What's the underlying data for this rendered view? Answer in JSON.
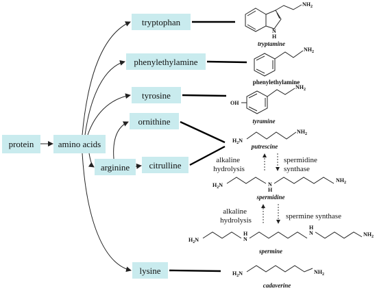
{
  "nodes": {
    "protein": "protein",
    "amino_acids": "amino acids",
    "tryptophan": "tryptophan",
    "phenylethylamine": "phenylethylamine",
    "tyrosine": "tyrosine",
    "ornithine": "ornithine",
    "arginine": "arginine",
    "citrulline": "citrulline",
    "lysine": "lysine"
  },
  "products": {
    "tryptamine": "tryptamine",
    "phenylethylamine": "phenylethylamine",
    "tyramine": "tyramine",
    "putrescine": "putrescine",
    "spermidine": "spermidine",
    "spermine": "spermine",
    "cadaverine": "cadaverine"
  },
  "reactions": {
    "alkaline_hydrolysis_1": [
      "alkaline",
      "hydrolysis"
    ],
    "spermidine_synthase": [
      "spermidine",
      "synthase"
    ],
    "alkaline_hydrolysis_2": [
      "alkaline",
      "hydrolysis"
    ],
    "spermine_synthase": "spermine synthase"
  },
  "atoms": {
    "nh2": "NH",
    "h2n": "H",
    "sub2": "2",
    "n_label": "N",
    "h_label": "H",
    "oh": "OH"
  }
}
